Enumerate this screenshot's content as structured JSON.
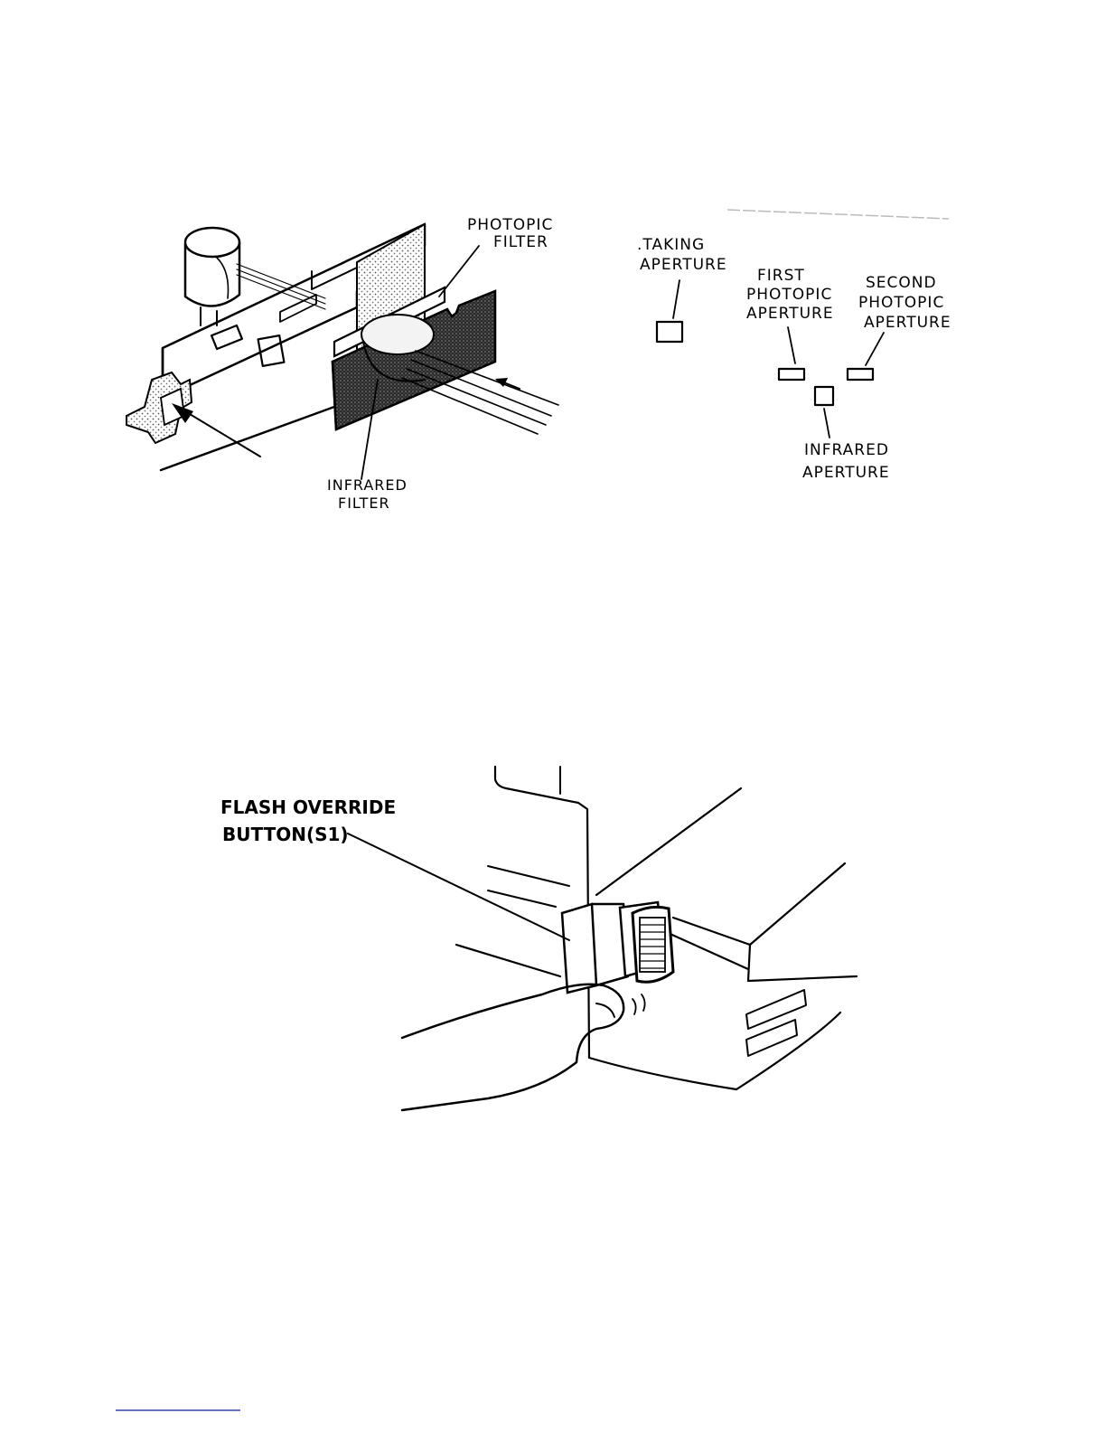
{
  "figure_top": {
    "labels": {
      "photopic_filter_1": "PHOTOPIC",
      "photopic_filter_2": "FILTER",
      "infrared_filter_1": "INFRARED",
      "infrared_filter_2": "FILTER",
      "taking_aperture_1": ".TAKING",
      "taking_aperture_2": "APERTURE",
      "first_photopic_1": "FIRST",
      "first_photopic_2": "PHOTOPIC",
      "first_photopic_3": "APERTURE",
      "second_photopic_1": "SECOND",
      "second_photopic_2": "PHOTOPIC",
      "second_photopic_3": "APERTURE",
      "infrared_aperture_1": "INFRARED",
      "infrared_aperture_2": "APERTURE"
    }
  },
  "figure_bottom": {
    "labels": {
      "flash_override_1": "FLASH OVERRIDE",
      "flash_override_2": "BUTTON(S1)"
    }
  },
  "colors": {
    "ink": "#000000",
    "paper": "#ffffff",
    "filter_dark": "#3a3a3a",
    "stipple": "#9a9a9a",
    "footnote_rule": "#3344aa"
  }
}
